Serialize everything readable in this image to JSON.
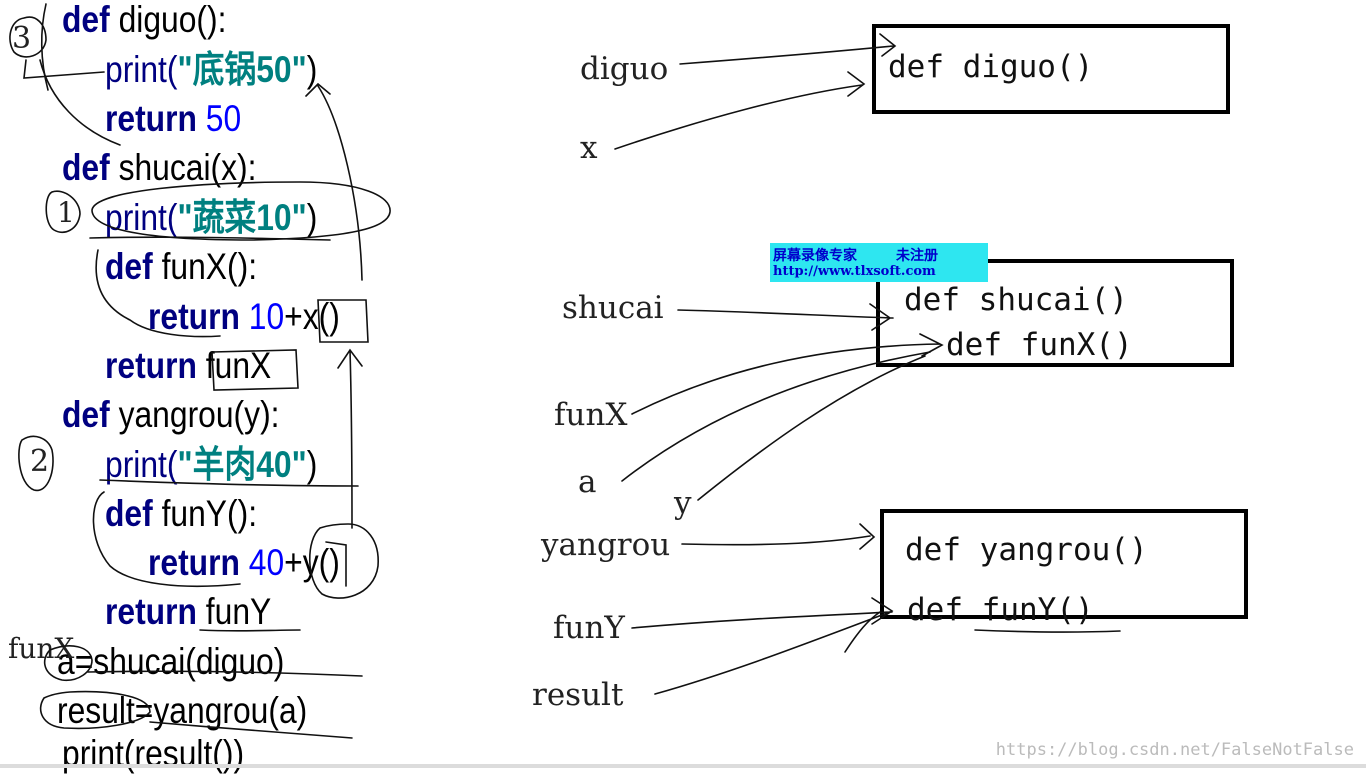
{
  "code": {
    "lines": [
      [
        {
          "t": "def ",
          "c": "kw"
        },
        {
          "t": "diguo():",
          "c": "fn"
        }
      ],
      [
        {
          "t": "print(",
          "c": "bi"
        },
        {
          "t": "\"底锅50\"",
          "c": "str"
        },
        {
          "t": ")",
          "c": "plain"
        }
      ],
      [
        {
          "t": "return ",
          "c": "kw"
        },
        {
          "t": "50",
          "c": "num"
        }
      ],
      [
        {
          "t": "def ",
          "c": "kw"
        },
        {
          "t": "shucai(x):",
          "c": "fn"
        }
      ],
      [
        {
          "t": "print(",
          "c": "bi"
        },
        {
          "t": "\"蔬菜10\"",
          "c": "str"
        },
        {
          "t": ")",
          "c": "plain"
        }
      ],
      [
        {
          "t": "def ",
          "c": "kw"
        },
        {
          "t": "funX():",
          "c": "fn"
        }
      ],
      [
        {
          "t": "return ",
          "c": "kw"
        },
        {
          "t": "10",
          "c": "num"
        },
        {
          "t": "+x()",
          "c": "plain"
        }
      ],
      [
        {
          "t": "return ",
          "c": "kw"
        },
        {
          "t": "funX",
          "c": "plain"
        }
      ],
      [
        {
          "t": "def ",
          "c": "kw"
        },
        {
          "t": "yangrou(y):",
          "c": "fn"
        }
      ],
      [
        {
          "t": "print(",
          "c": "bi"
        },
        {
          "t": "\"羊肉40\"",
          "c": "str"
        },
        {
          "t": ")",
          "c": "plain"
        }
      ],
      [
        {
          "t": "def ",
          "c": "kw"
        },
        {
          "t": "funY():",
          "c": "fn"
        }
      ],
      [
        {
          "t": "return ",
          "c": "kw"
        },
        {
          "t": "40",
          "c": "num"
        },
        {
          "t": "+y()",
          "c": "plain"
        }
      ],
      [
        {
          "t": "return ",
          "c": "kw"
        },
        {
          "t": "funY",
          "c": "plain"
        }
      ],
      [
        {
          "t": "a=shucai(diguo)",
          "c": "plain"
        }
      ],
      [
        {
          "t": "result=yangrou(a)",
          "c": "plain"
        }
      ],
      [
        {
          "t": "print(result())",
          "c": "plain"
        }
      ]
    ]
  },
  "handwritten": {
    "step_3": "3",
    "step_1": "1",
    "step_2": "2",
    "funx_note": "funX"
  },
  "names": {
    "diguo": "diguo",
    "x": "x",
    "shucai": "shucai",
    "funX": "funX",
    "a": "a",
    "y": "y",
    "yangrou": "yangrou",
    "funY": "funY",
    "result": "result"
  },
  "boxes": {
    "diguo": [
      "def diguo()"
    ],
    "shucai": [
      "def shucai()",
      "def funX()"
    ],
    "yangrou": [
      "def yangrou()",
      "def funY()"
    ]
  },
  "watermark": {
    "line1": "屏幕录像专家        未注册",
    "line2": "http://www.tlxsoft.com"
  },
  "footer": {
    "url": "https://blog.csdn.net/FalseNotFalse"
  },
  "colors": {
    "keyword": "#000080",
    "string": "#008080",
    "number": "#0000ff",
    "watermark_bg": "#2ee6f0"
  }
}
